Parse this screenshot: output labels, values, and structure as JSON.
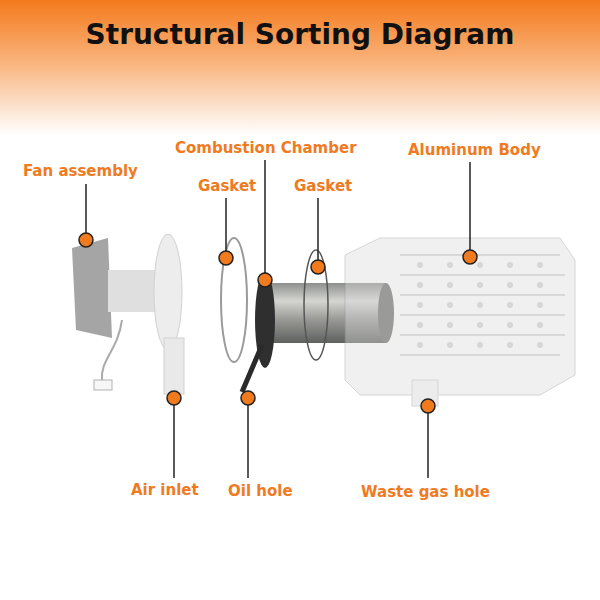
{
  "diagram": {
    "title": "Structural Sorting Diagram",
    "labels": [
      "Combustion Chamber",
      "Aluminum Body",
      "Fan assembly",
      "Gasket",
      "Gasket",
      "Air inlet",
      "Oil hole",
      "Waste gas hole"
    ]
  }
}
